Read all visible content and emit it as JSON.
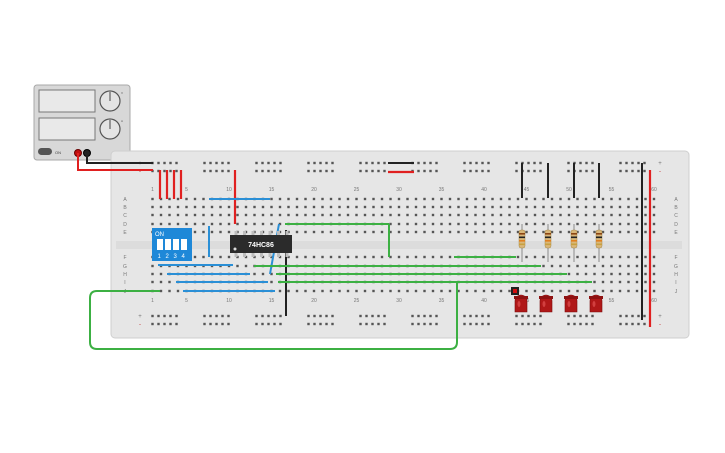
{
  "power_supply": {
    "knob_labels": [
      "V",
      "A"
    ],
    "switch_label": "ON"
  },
  "breadboard": {
    "column_numbers": [
      "1",
      "5",
      "10",
      "15",
      "20",
      "25",
      "30",
      "35",
      "40",
      "45",
      "50",
      "55",
      "60"
    ],
    "row_letters_top": [
      "A",
      "B",
      "C",
      "D",
      "E"
    ],
    "row_letters_bottom": [
      "F",
      "G",
      "H",
      "I",
      "J"
    ],
    "rail_symbols": [
      "+",
      "-"
    ]
  },
  "dip_switch": {
    "on_label": "ON",
    "numbers": [
      "1",
      "2",
      "3",
      "4"
    ]
  },
  "ic": {
    "part_label": "74HC86"
  },
  "colors": {
    "board": "#e6e6e6",
    "wire_red": "#e02020",
    "wire_black": "#222222",
    "wire_green": "#3cb043",
    "wire_blue": "#2a8fd6",
    "led_red": "#b01818",
    "dip_blue": "#1e88d8",
    "ic_body": "#2b2b2b"
  },
  "led_count": 4,
  "resistor_count": 4
}
